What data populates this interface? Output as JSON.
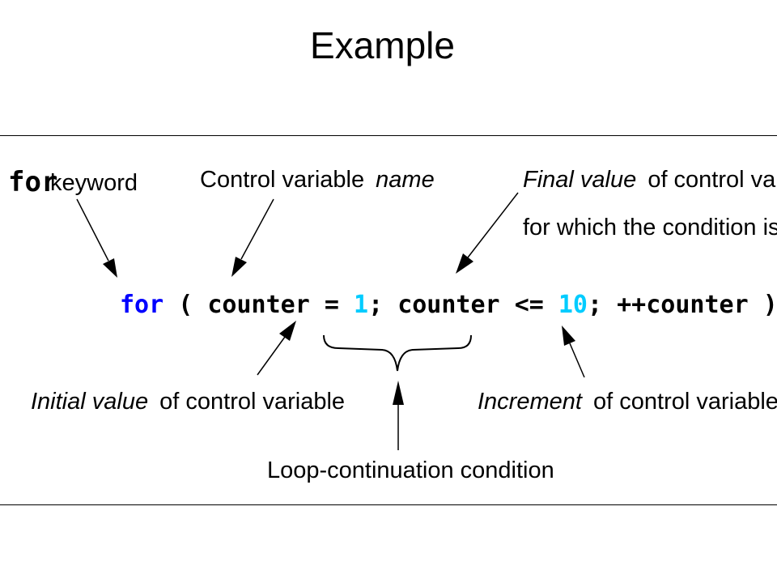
{
  "title": "Example",
  "code": {
    "kw_for": "for",
    "open_paren": "(",
    "init_var": "counter",
    "assign_op": "=",
    "init_value": "1",
    "semi1": ";",
    "cond_var": "counter",
    "cond_op": "<=",
    "final_value": "10",
    "semi2": ";",
    "increment": "++counter",
    "close_paren": ")"
  },
  "labels": {
    "for_keyword": {
      "code": "for",
      "text": "keyword"
    },
    "control_var_name": {
      "normal": "Control variable",
      "italic": "name"
    },
    "final_value": {
      "line1_italic": "Final value",
      "line1_normal": "of control variable",
      "line2": "for which the condition is true"
    },
    "initial_value": {
      "italic": "Initial value",
      "normal": "of control variable"
    },
    "increment": {
      "italic": "Increment",
      "normal": "of control variable"
    },
    "loop_condition": "Loop-continuation condition"
  },
  "colors": {
    "keyword": "#0000ff",
    "numeric_literal": "#00ccff",
    "text": "#000000",
    "rule": "#000000"
  }
}
